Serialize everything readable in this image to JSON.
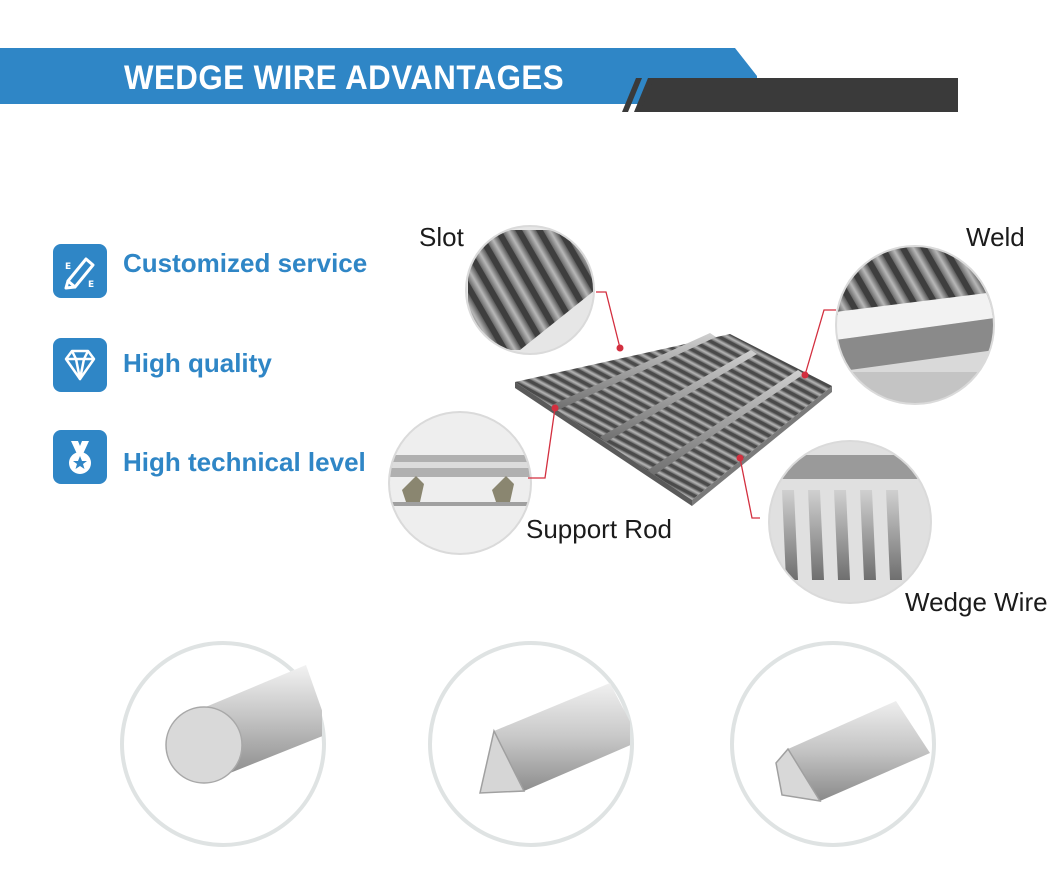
{
  "header": {
    "title": "WEDGE WIRE ADVANTAGES",
    "brand_color": "#2f86c6",
    "accent_dark": "#3a3a3a"
  },
  "advantages": [
    {
      "label": "Customized service",
      "icon": "pencil-edit-icon"
    },
    {
      "label": "High quality",
      "icon": "diamond-icon"
    },
    {
      "label": "High technical level",
      "icon": "medal-icon"
    }
  ],
  "diagram": {
    "callouts": {
      "slot": "Slot",
      "weld": "Weld",
      "support_rod": "Support Rod",
      "wedge_wire": "Wedge Wire"
    },
    "leader_color": "#d32f3f"
  },
  "profiles": [
    {
      "shape": "round-rod"
    },
    {
      "shape": "triangular-wedge"
    },
    {
      "shape": "trapezoid-wedge"
    }
  ]
}
